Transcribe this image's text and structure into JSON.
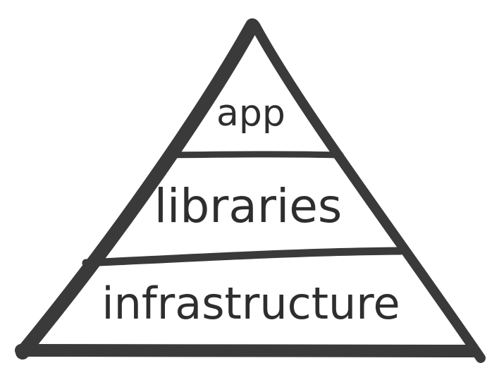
{
  "diagram": {
    "type": "pyramid",
    "colors": {
      "ink": "#3a3a3a",
      "background": "#ffffff"
    },
    "layers": [
      {
        "label": "app"
      },
      {
        "label": "libraries"
      },
      {
        "label": "infrastructure"
      }
    ]
  }
}
